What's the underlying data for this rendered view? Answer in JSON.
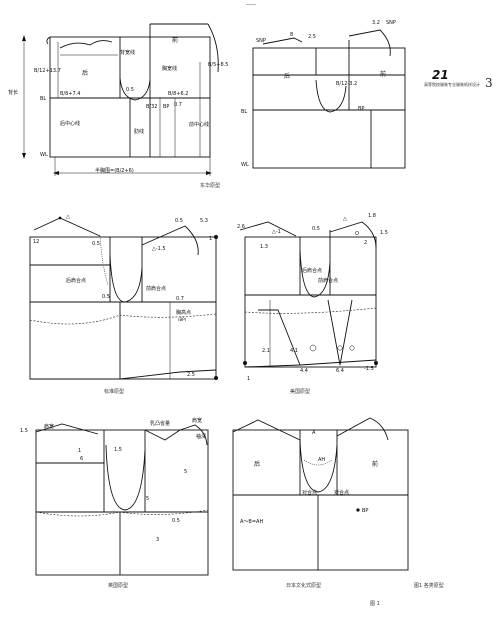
{
  "header": {
    "logo": "21",
    "subtitle": "高等院校服装专业服装纸样设计",
    "page_number": "3"
  },
  "top_left": {
    "labels": {
      "b12_left": "B/12+13.7",
      "back": "后",
      "back_width": "背宽线",
      "bust_line_mid": "胸宽线",
      "front": "前",
      "b8_74": "B/8+7.4",
      "v05": "0.5",
      "b8_62": "B/8+6.2",
      "b32": "B/32",
      "bp": "BP",
      "v07": "0.7",
      "b5_85": "B/5+8.5",
      "bl": "BL",
      "wl": "WL",
      "back_length": "背长",
      "back_center": "后中心线",
      "side_seam": "肋线",
      "front_center": "前中心线",
      "half_bust": "半胸围=(B/2+6)"
    },
    "caption": "东华原型"
  },
  "top_right": {
    "labels": {
      "snp_left": "SNP",
      "v8": "8",
      "v25": "2.5",
      "v32": "3.2",
      "snp_right": "SNP",
      "back": "后",
      "front": "前",
      "b12_32": "B/12-3.2",
      "bp": "BP",
      "bl": "BL",
      "wl": "WL"
    }
  },
  "mid_left": {
    "labels": {
      "tri_top": "△",
      "n12": "12",
      "v05a": "0.5",
      "v05b": "0.5",
      "v53": "5.3",
      "tri15": "△-1.5",
      "n1": "1",
      "back_armhole": "后肩合点",
      "front_armhole": "前肩合点",
      "v05c": "0.5",
      "bust_point": "胸高点",
      "bp_sub": "(BP)",
      "v07": "0.7",
      "v25": "2.5"
    },
    "caption": "标准原型"
  },
  "mid_right": {
    "labels": {
      "v26": "2.6",
      "tri1": "△-1",
      "v05": "0.5",
      "tri": "△",
      "v18": "1.8",
      "n15": "1.5",
      "n2": "2",
      "v13": "1.3",
      "back_fit": "后肩合点",
      "front_fit": "前肩合点",
      "v41": "4.1",
      "v21": "2.1",
      "n1": "1",
      "v64": "6.4",
      "v44": "4.4",
      "m15": "-1.5"
    },
    "caption": "美国原型"
  },
  "bottom_left": {
    "labels": {
      "v15a": "1.5",
      "shoulder_w": "肩宽",
      "v15b": "1.5",
      "n1": "1",
      "n6": "6",
      "n5a": "5",
      "dart_amount": "乳凸省量",
      "shoulder_w2": "肩宽",
      "armhole_d": "袖深",
      "n5b": "5",
      "v05": "0.5",
      "n3": "3"
    },
    "caption": "英国原型"
  },
  "bottom_right": {
    "labels": {
      "back": "后",
      "a": "A",
      "ah": "AH",
      "front": "前",
      "back_match": "对合点",
      "front_match": "对合点",
      "bp": "BP",
      "formula": "A～B=AH"
    },
    "caption": "日本文化式原型",
    "caption2": "图1  各类原型"
  },
  "footer": "图 1"
}
